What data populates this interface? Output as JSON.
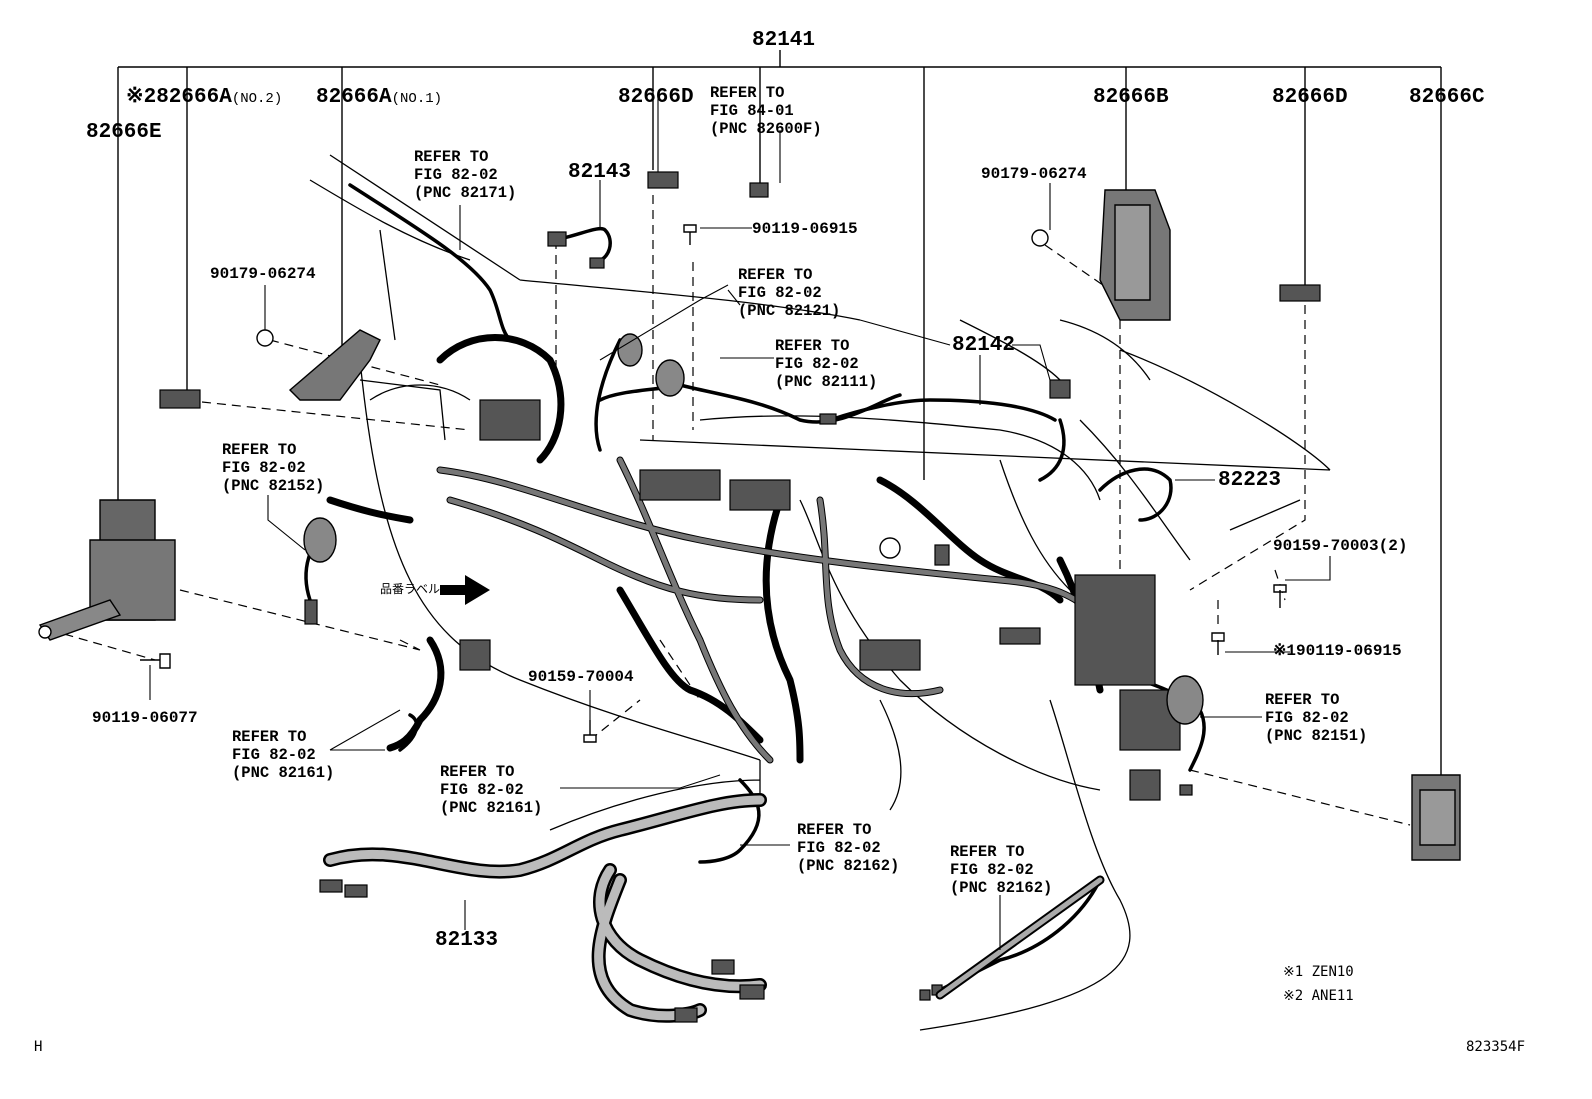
{
  "diagram": {
    "main_part": "82141",
    "parts": {
      "p82666E": "82666E",
      "p82666A_no2": "※282666A",
      "p82666A_no2_sub": "(NO.2)",
      "p82666A_no1": "82666A",
      "p82666A_no1_sub": "(NO.1)",
      "p82666D_left": "82666D",
      "p82666B": "82666B",
      "p82666D_right": "82666D",
      "p82666C": "82666C",
      "p82143": "82143",
      "p82142": "82142",
      "p82223": "82223",
      "p82133": "82133"
    },
    "fasteners": {
      "f90179_left": "90179-06274",
      "f90179_right": "90179-06274",
      "f90119_06915_top": "90119-06915",
      "f90159_70003": "90159-70003(2)",
      "f90119_06915_right": "※190119-06915",
      "f90119_06077": "90119-06077",
      "f90159_70004": "90159-70004"
    },
    "references": {
      "ref_84_01": "REFER TO\nFIG 84-01\n(PNC 82600F)",
      "ref_82171": "REFER TO\nFIG 82-02\n(PNC 82171)",
      "ref_82121": "REFER TO\nFIG 82-02\n(PNC 82121)",
      "ref_82111": "REFER TO\nFIG 82-02\n(PNC 82111)",
      "ref_82152": "REFER TO\nFIG 82-02\n(PNC 82152)",
      "ref_82151": "REFER TO\nFIG 82-02\n(PNC 82151)",
      "ref_82161_left": "REFER TO\nFIG 82-02\n(PNC 82161)",
      "ref_82161_center": "REFER TO\nFIG 82-02\n(PNC 82161)",
      "ref_82162_center": "REFER TO\nFIG 82-02\n(PNC 82162)",
      "ref_82162_right": "REFER TO\nFIG 82-02\n(PNC 82162)"
    },
    "label_tag": "品番ラベル",
    "legend": {
      "note1": "※1 ZEN10",
      "note2": "※2 ANE11"
    },
    "corner_letter": "H",
    "figure_number": "823354F"
  }
}
